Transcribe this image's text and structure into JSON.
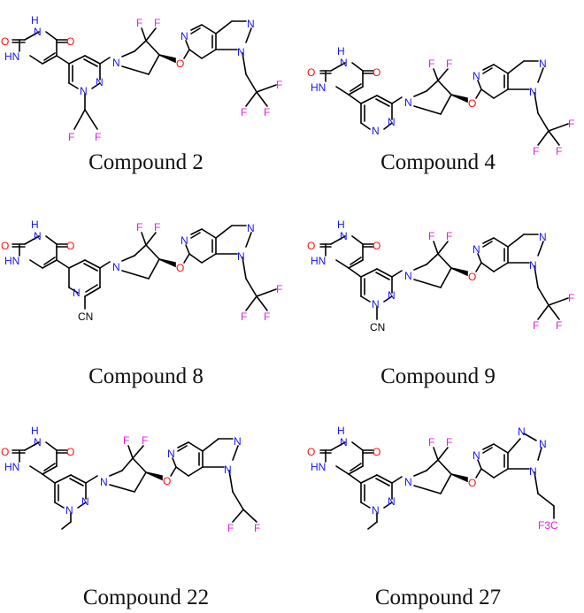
{
  "colors": {
    "bond": "#000000",
    "N": "#1414ff",
    "O": "#ff0d0d",
    "F": "#e01ee0"
  },
  "compounds": [
    {
      "caption": "Compound 2",
      "uracil": {
        "O2": "O",
        "NH3": "H",
        "N3": "N",
        "O4": "O",
        "HN1": "HN"
      },
      "core": {
        "N_a": "N",
        "N_b": "N",
        "substituent": "F",
        "substituent2": "F"
      },
      "pyrrolidine": {
        "N": "N",
        "F1": "F",
        "F2": "F",
        "O": "O"
      },
      "bicycle": {
        "N_py": "N",
        "N1": "N",
        "N2": "N"
      },
      "tail": {
        "F1": "F",
        "F2": "F",
        "F3": "F"
      }
    },
    {
      "caption": "Compound 4",
      "uracil": {
        "O2": "O",
        "NH3": "H",
        "N3": "N",
        "O4": "O",
        "HN1": "HN"
      },
      "core": {
        "N_a": "N",
        "N_b": "N"
      },
      "pyrrolidine": {
        "N": "N",
        "F1": "F",
        "F2": "F",
        "O": "O"
      },
      "bicycle": {
        "N_py": "N",
        "N1": "N",
        "N2": "N"
      },
      "tail": {
        "F1": "F",
        "F2": "F",
        "F3": "F"
      }
    },
    {
      "caption": "Compound 8",
      "uracil": {
        "O2": "O",
        "NH3": "H",
        "N3": "N",
        "O4": "O",
        "HN1": "HN"
      },
      "core": {
        "N_a": "N",
        "substituent": "CN"
      },
      "pyrrolidine": {
        "N": "N",
        "F1": "F",
        "F2": "F",
        "O": "O"
      },
      "bicycle": {
        "N_py": "N",
        "N1": "N",
        "N2": "N"
      },
      "tail": {
        "F1": "F",
        "F2": "F",
        "F3": "F"
      }
    },
    {
      "caption": "Compound 9",
      "uracil": {
        "O2": "O",
        "NH3": "H",
        "N3": "N",
        "O4": "O",
        "HN1": "HN"
      },
      "core": {
        "N_a": "N",
        "N_b": "N",
        "substituent": "CN"
      },
      "pyrrolidine": {
        "N": "N",
        "F1": "F",
        "F2": "F",
        "O": "O"
      },
      "bicycle": {
        "N_py": "N",
        "N1": "N",
        "N2": "N"
      },
      "tail": {
        "F1": "F",
        "F2": "F",
        "F3": "F"
      }
    },
    {
      "caption": "Compound 22",
      "uracil": {
        "O2": "O",
        "NH3": "H",
        "N3": "N",
        "O4": "O",
        "HN1": "HN"
      },
      "core": {
        "N_a": "N",
        "N_b": "N"
      },
      "pyrrolidine": {
        "N": "N",
        "F1": "F",
        "F2": "F",
        "O": "O"
      },
      "bicycle": {
        "N_py": "N",
        "N1": "N",
        "N2": "N"
      },
      "tail": {
        "F1": "F",
        "F2": "F"
      }
    },
    {
      "caption": "Compound 27",
      "uracil": {
        "O2": "O",
        "NH3": "H",
        "N3": "N",
        "O4": "O",
        "HN1": "HN"
      },
      "core": {
        "N_a": "N",
        "N_b": "N"
      },
      "pyrrolidine": {
        "N": "N",
        "F1": "F",
        "F2": "F",
        "O": "O"
      },
      "bicycle": {
        "N_py": "N",
        "N1": "N",
        "N2": "N",
        "N3": "N"
      },
      "tail": {
        "group": "F3C"
      }
    }
  ]
}
